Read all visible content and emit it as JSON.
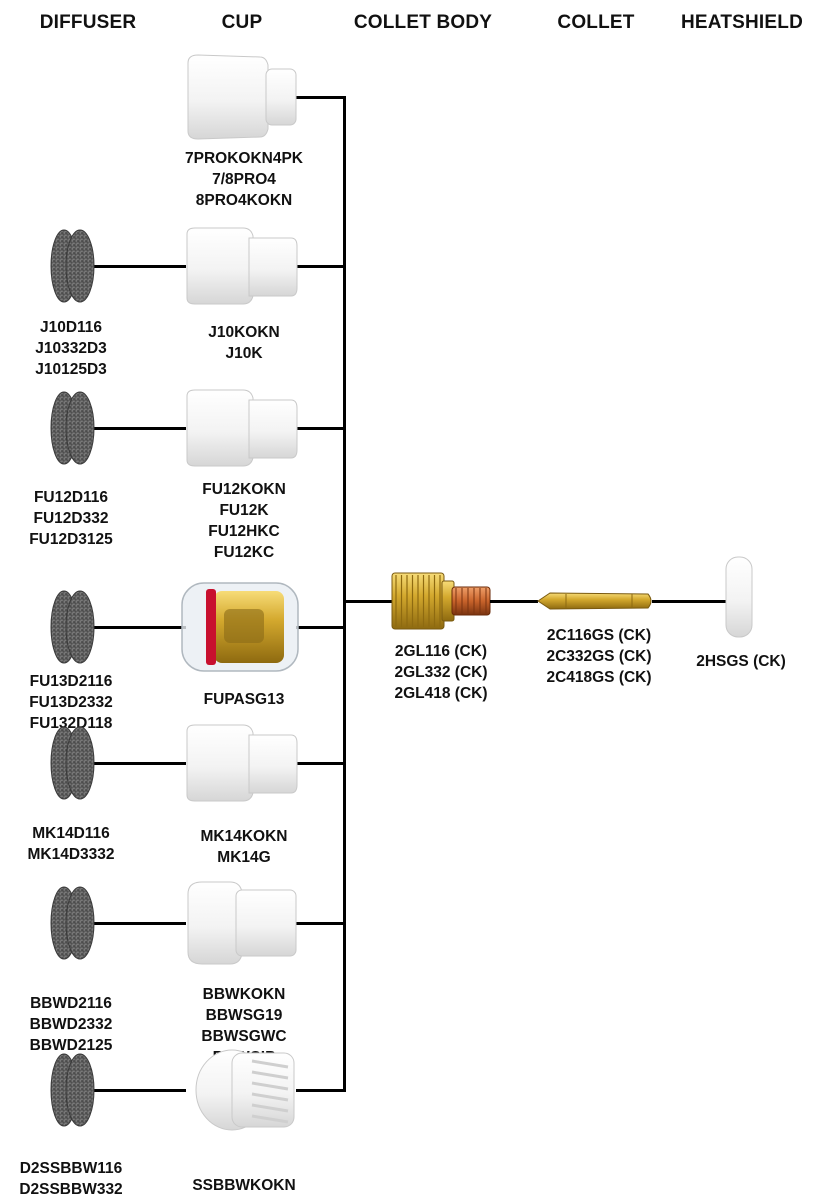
{
  "headers": {
    "diffuser": "DIFFUSER",
    "cup": "CUP",
    "collet_body": "COLLET BODY",
    "collet": "COLLET",
    "heatshield": "HEATSHIELD"
  },
  "rows": [
    {
      "cup_type": "tall",
      "diffuser_parts": [],
      "cup_parts": [
        "7PROKOKN4PK",
        "7/8PRO4",
        "8PRO4KOKN"
      ]
    },
    {
      "cup_type": "stepped",
      "diffuser_parts": [
        "J10D116",
        "J10332D3",
        "J10125D3"
      ],
      "cup_parts": [
        "J10KOKN",
        "J10K"
      ]
    },
    {
      "cup_type": "stepped",
      "diffuser_parts": [
        "FU12D116",
        "FU12D332",
        "FU12D3125"
      ],
      "cup_parts": [
        "FU12KOKN",
        "FU12K",
        "FU12HKC",
        "FU12KC"
      ]
    },
    {
      "cup_type": "glass",
      "diffuser_parts": [
        "FU13D2116",
        "FU13D2332",
        "FU132D118"
      ],
      "cup_parts": [
        "FUPASG13"
      ]
    },
    {
      "cup_type": "stepped",
      "diffuser_parts": [
        "MK14D116",
        "MK14D3332"
      ],
      "cup_parts": [
        "MK14KOKN",
        "MK14G"
      ]
    },
    {
      "cup_type": "round",
      "diffuser_parts": [
        "BBWD2116",
        "BBWD2332",
        "BBWD2125"
      ],
      "cup_parts": [
        "BBWKOKN",
        "BBWSG19",
        "BBWSGWC",
        "BBWCIP"
      ]
    },
    {
      "cup_type": "threaded",
      "diffuser_parts": [
        "D2SSBBW116",
        "D2SSBBW332"
      ],
      "cup_parts": [
        "SSBBWKOKN"
      ]
    }
  ],
  "collet_body_parts": [
    "2GL116 (CK)",
    "2GL332 (CK)",
    "2GL418 (CK)"
  ],
  "collet_parts": [
    "2C116GS (CK)",
    "2C332GS (CK)",
    "2C418GS (CK)"
  ],
  "heatshield_parts": [
    "2HSGS (CK)"
  ],
  "colors": {
    "line": "#000000",
    "ceramic": "#f2f2f2",
    "brass": "#c9a12a",
    "copper": "#c8632b",
    "mesh": "#6e6e6e",
    "red_ring": "#c8102e"
  }
}
